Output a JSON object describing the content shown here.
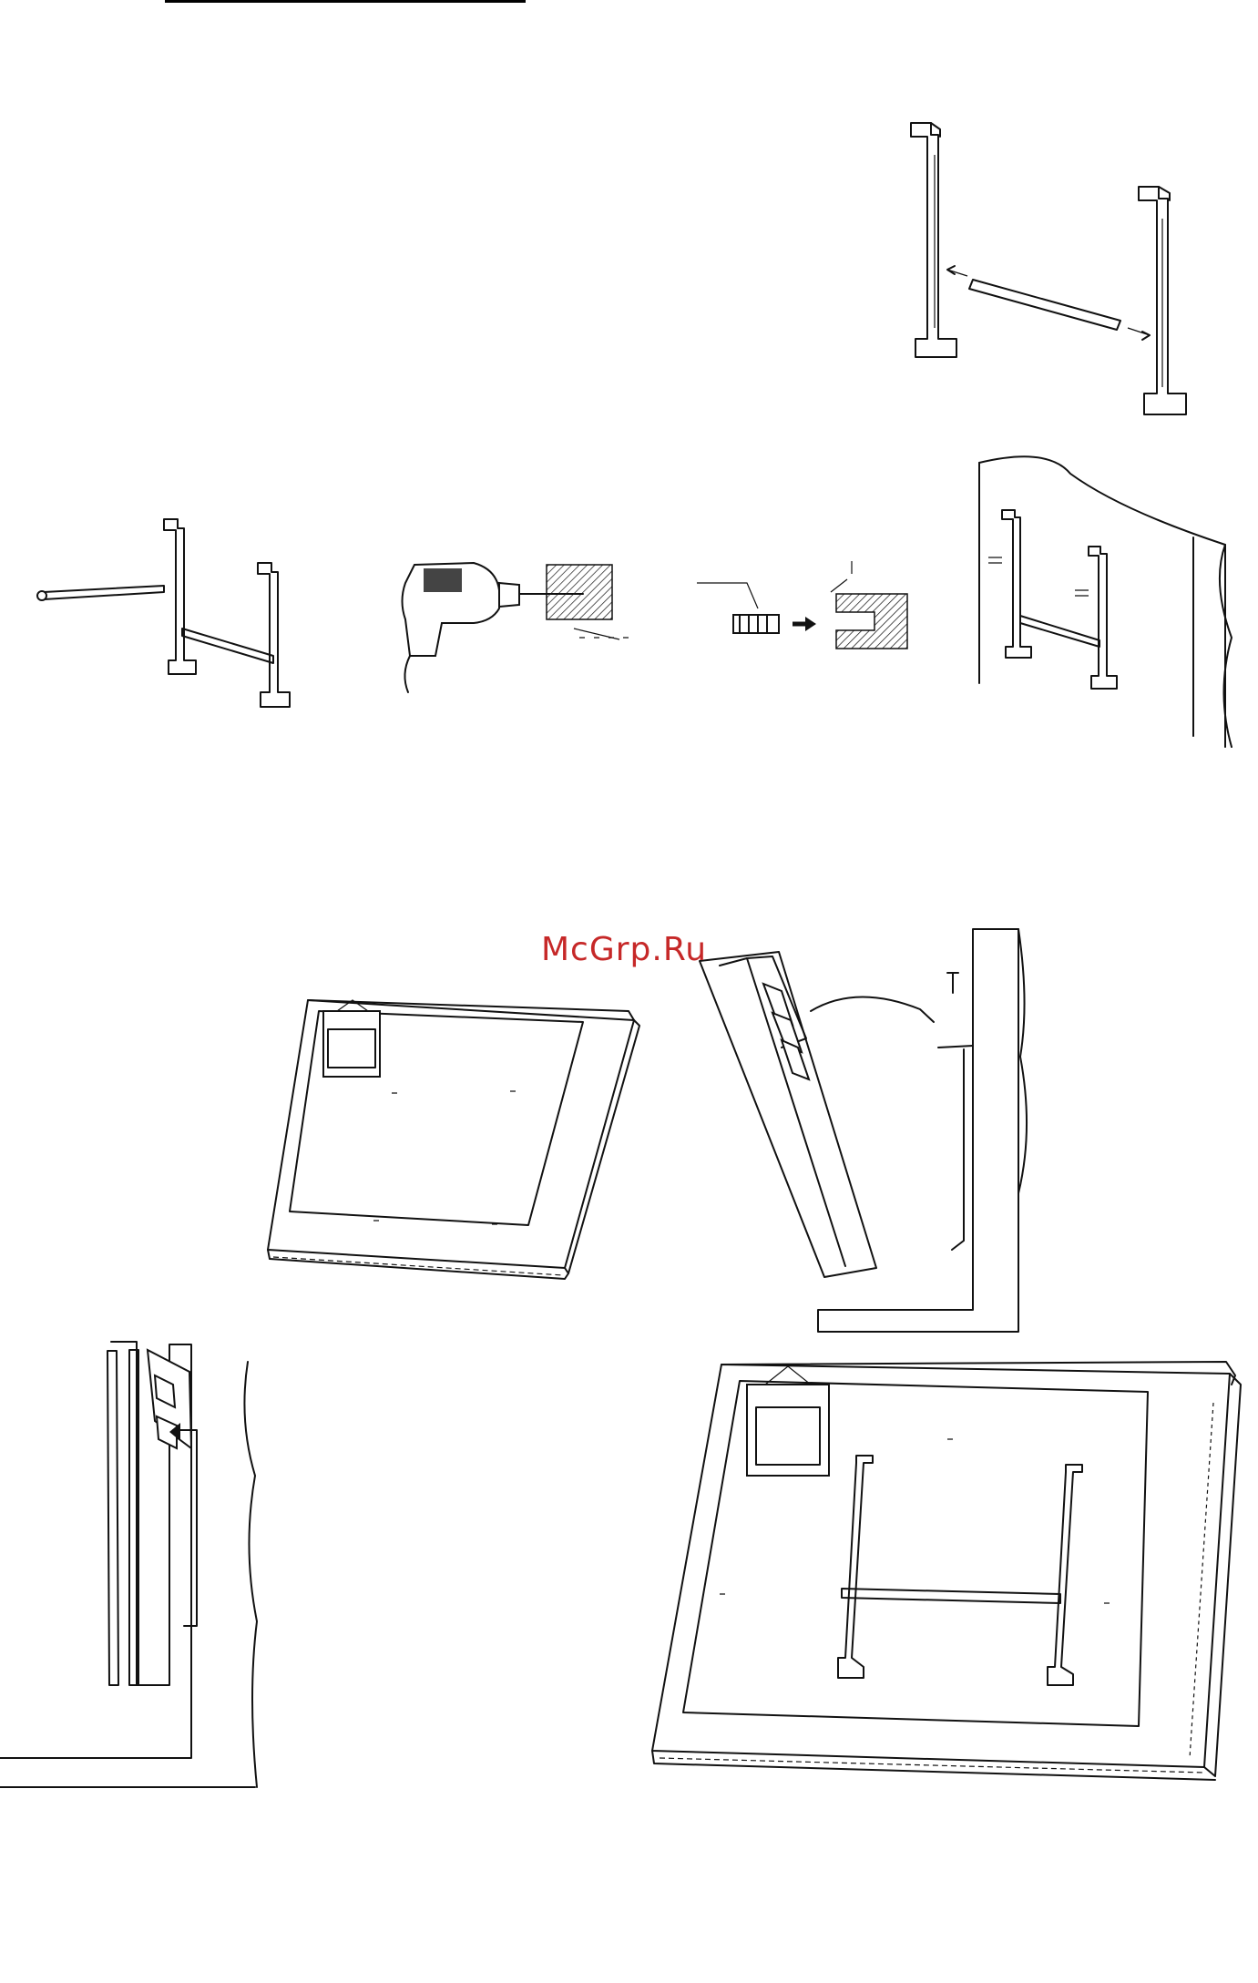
{
  "document": {
    "watermark": "McGrp.Ru",
    "has_heading_rule": true
  },
  "figures": [
    {
      "id": "fig-bracket-assembly",
      "icon": "wall-bracket-exploded"
    },
    {
      "id": "fig-bracket-screwing",
      "icon": "screwdriver-bracket"
    },
    {
      "id": "fig-drilling",
      "icon": "drill"
    },
    {
      "id": "fig-anchor",
      "icon": "wall-plug"
    },
    {
      "id": "fig-bracket-on-wall",
      "icon": "mounted-bracket"
    },
    {
      "id": "fig-heater-rear",
      "icon": "heater-back-panel"
    },
    {
      "id": "fig-heater-hanging",
      "icon": "heater-tilt-hang"
    },
    {
      "id": "fig-heater-side",
      "icon": "heater-side-view"
    },
    {
      "id": "fig-heater-mounted",
      "icon": "heater-with-bracket"
    }
  ]
}
